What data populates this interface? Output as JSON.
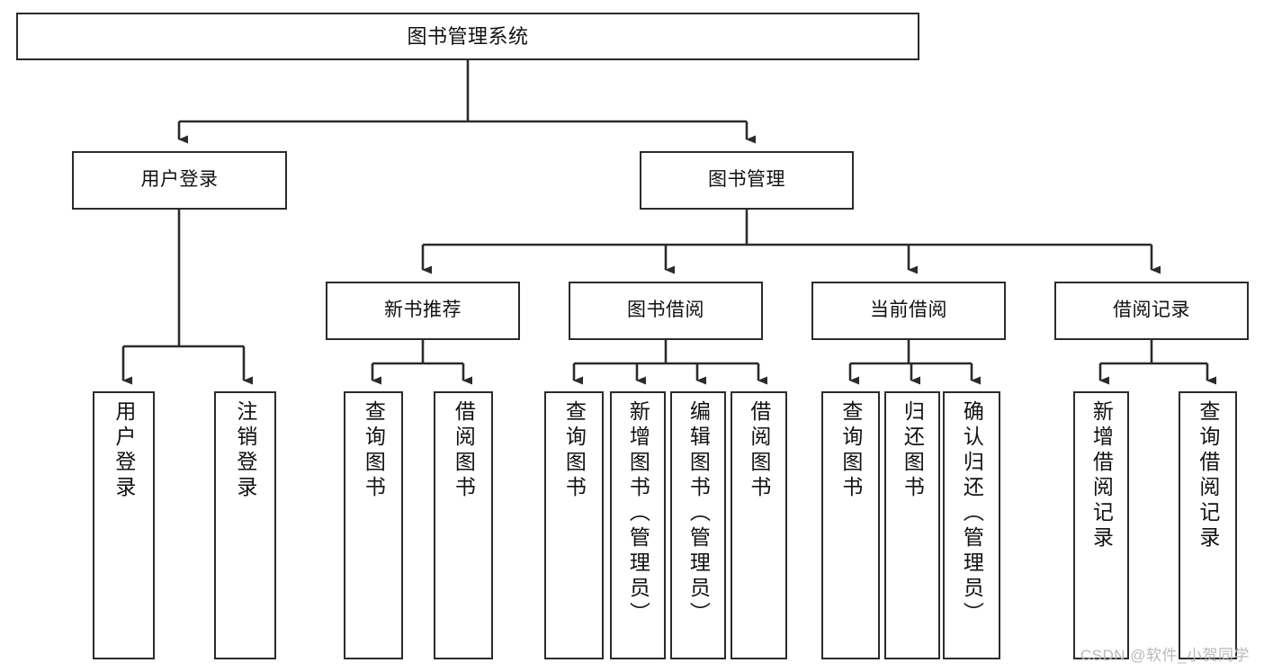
{
  "diagram": {
    "title": "图书管理系统",
    "type": "tree-hierarchy-chart",
    "watermark": "CSDN @软件_小贺同学",
    "colors": {
      "box_border": "#2b2b2b",
      "box_fill": "#ffffff",
      "connector": "#2b2b2b",
      "text": "#111111",
      "watermark": "#b9b9b9"
    },
    "root": {
      "label": "图书管理系统"
    },
    "level2": [
      {
        "label": "用户登录"
      },
      {
        "label": "图书管理"
      }
    ],
    "level3": [
      {
        "label": "新书推荐"
      },
      {
        "label": "图书借阅"
      },
      {
        "label": "当前借阅"
      },
      {
        "label": "借阅记录"
      }
    ],
    "leaves": {
      "user_login": [
        {
          "label": "用户登录"
        },
        {
          "label": "注销登录"
        }
      ],
      "new_book": [
        {
          "label": "查询图书"
        },
        {
          "label": "借阅图书"
        }
      ],
      "book_borrow": [
        {
          "label": "查询图书"
        },
        {
          "label": "新增图书（管理员）"
        },
        {
          "label": "编辑图书（管理员）"
        },
        {
          "label": "借阅图书"
        }
      ],
      "current_borrow": [
        {
          "label": "查询图书"
        },
        {
          "label": "归还图书"
        },
        {
          "label": "确认归还（管理员）"
        }
      ],
      "borrow_record": [
        {
          "label": "新增借阅记录"
        },
        {
          "label": "查询借阅记录"
        }
      ]
    }
  }
}
